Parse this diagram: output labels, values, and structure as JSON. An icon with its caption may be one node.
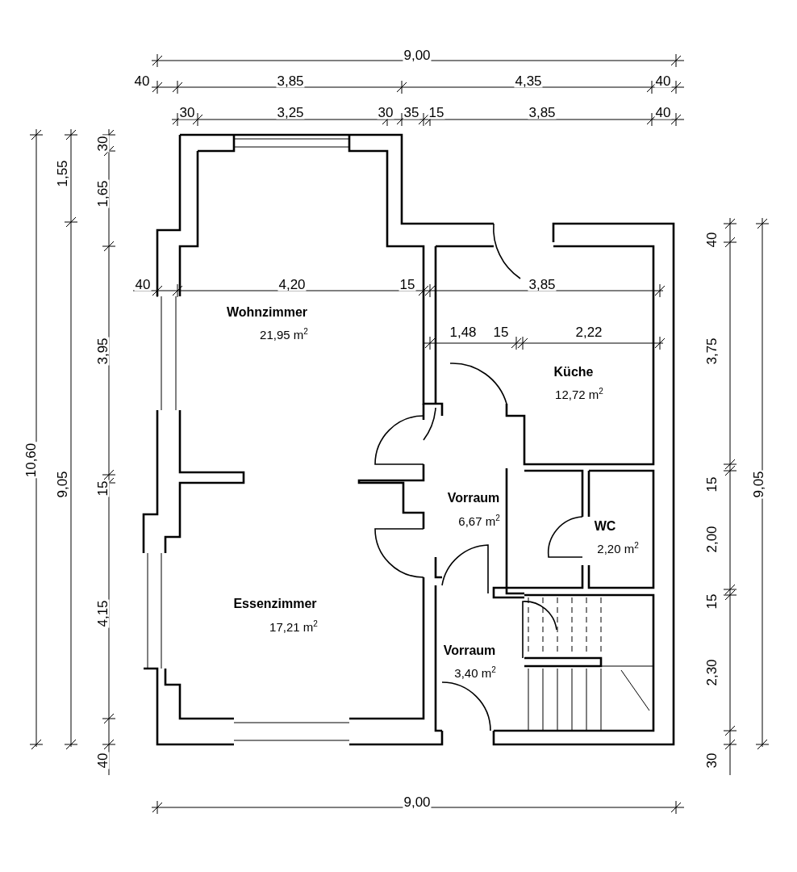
{
  "diagram": {
    "labels": [
      "9,00",
      "40",
      "3,85",
      "4,35",
      "40",
      "30",
      "3,25",
      "30",
      "35",
      "15",
      "3,85",
      "40",
      "30",
      "1,55",
      "1,65",
      "40",
      "4,20",
      "15",
      "3,85",
      "40",
      "Wohnzimmer",
      "21,95 m$^{2}$",
      "1,48",
      "15",
      "2,22",
      "3,95",
      "3,75",
      "Küche",
      "12,72 m$^{2}$",
      "10,60",
      "9,05",
      "15",
      "15",
      "9,05",
      "Vorraum",
      "6,67 m$^{2}$",
      "WC",
      "2,00",
      "2,20 m$^{2}$",
      "15",
      "Essenzimmer",
      "4,15",
      "17,21 m$^{2}$",
      "Vorraum",
      "3,40 m$^{2}$",
      "2,30",
      "40",
      "30",
      "9,00"
    ]
  }
}
